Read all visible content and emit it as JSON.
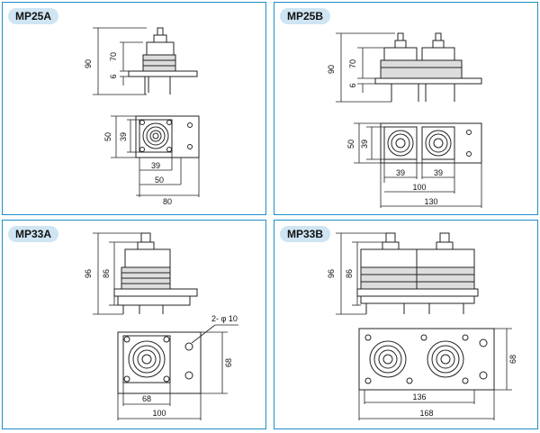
{
  "panels": [
    {
      "title": "MP25A",
      "dims": {
        "h_total": "90",
        "h_upper": "70",
        "h_base": "6",
        "w_inner": "39",
        "w_mid": "50",
        "w_outer": "80",
        "v_outer": "50",
        "v_inner": "39"
      }
    },
    {
      "title": "MP25B",
      "dims": {
        "h_total": "90",
        "h_upper": "70",
        "h_base": "6",
        "v_outer": "50",
        "v_inner": "39",
        "w_a": "39",
        "w_b": "39",
        "w_mid": "100",
        "w_outer": "130"
      }
    },
    {
      "title": "MP33A",
      "dims": {
        "h_total": "96",
        "h_inner": "86",
        "hole_note": "2- φ 10",
        "v_right": "68",
        "w_inner": "68",
        "w_outer": "100"
      }
    },
    {
      "title": "MP33B",
      "dims": {
        "h_total": "96",
        "h_inner": "86",
        "v_right": "68",
        "w_inner": "136",
        "w_outer": "168"
      }
    }
  ]
}
